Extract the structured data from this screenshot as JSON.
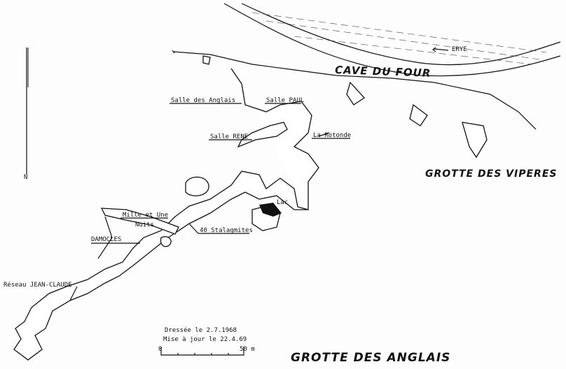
{
  "map": {
    "title": "GROTTE DES ANGLAIS",
    "labels": {
      "cave_du_four": "CAVE DU FOUR",
      "river": "ERYE",
      "grotte_viperes": "GROTTE DES VIPERES",
      "salle_anglais": "Salle des Anglais",
      "salle_paul": "Salle PAUL",
      "salle_rene": "Salle RENE",
      "rotonde": "La Rotonde",
      "lac": "Lac",
      "mille_1": "Mille et Une",
      "mille_2": "Nuits",
      "stalagmites": "40 Stalagmites",
      "damocles": "DAMOCLES",
      "reseau": "Réseau JEAN-CLAUDE",
      "north": "N"
    },
    "credits": {
      "drawn": "Dressée le 2.7.1968",
      "updated": "Mise à jour le 22.4.69"
    },
    "scale": {
      "start": "0",
      "end": "50 m"
    }
  }
}
